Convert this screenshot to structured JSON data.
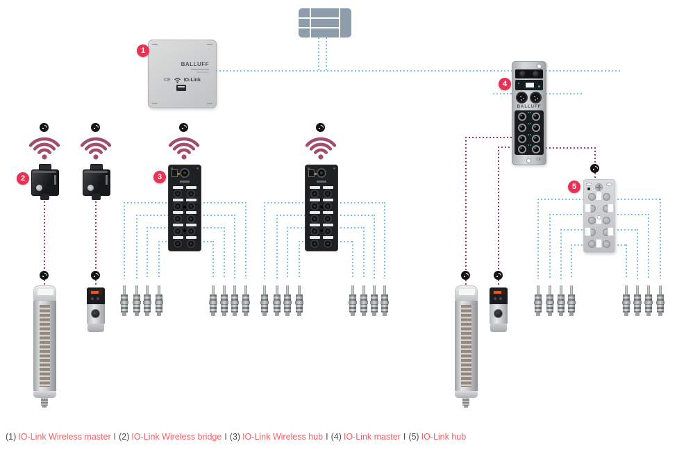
{
  "caption": {
    "separator": "I",
    "items": [
      {
        "num": "(1)",
        "label": "IO-Link Wireless master"
      },
      {
        "num": "(2)",
        "label": "IO-Link Wireless bridge"
      },
      {
        "num": "(3)",
        "label": "IO-Link Wireless hub"
      },
      {
        "num": "(4)",
        "label": "IO-Link master"
      },
      {
        "num": "(5)",
        "label": "IO-Link hub"
      }
    ]
  },
  "devices": {
    "wireless_master": {
      "badge": "1",
      "brand": "BALLUFF",
      "ce_label": "CE",
      "iolink_label": "IO-Link"
    },
    "wireless_bridge": {
      "badge": "2"
    },
    "wireless_hub": {
      "badge": "3"
    },
    "io_link_master": {
      "badge": "4",
      "brand": "BALLUFF",
      "ce_label": "CE"
    },
    "io_link_hub": {
      "badge": "5"
    }
  },
  "colors": {
    "wired_iolink_line": "#70c5e8",
    "wireless_line": "#a23a50",
    "wifi_signal": "#a14e6a",
    "badge": "#e73253",
    "caption_label": "#ef6167",
    "caption_number": "#4b4b49"
  }
}
